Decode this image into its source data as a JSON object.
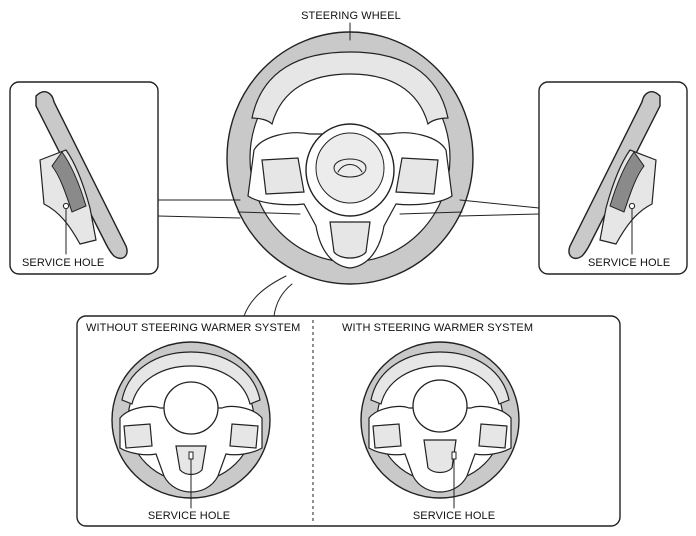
{
  "labels": {
    "steering_wheel": "STEERING WHEEL",
    "left_service_hole": "SERVICE HOLE",
    "right_service_hole": "SERVICE HOLE",
    "without_warmer_title": "WITHOUT STEERING WARMER SYSTEM",
    "with_warmer_title": "WITH STEERING WARMER SYSTEM",
    "without_service_hole": "SERVICE HOLE",
    "with_service_hole": "SERVICE HOLE"
  }
}
